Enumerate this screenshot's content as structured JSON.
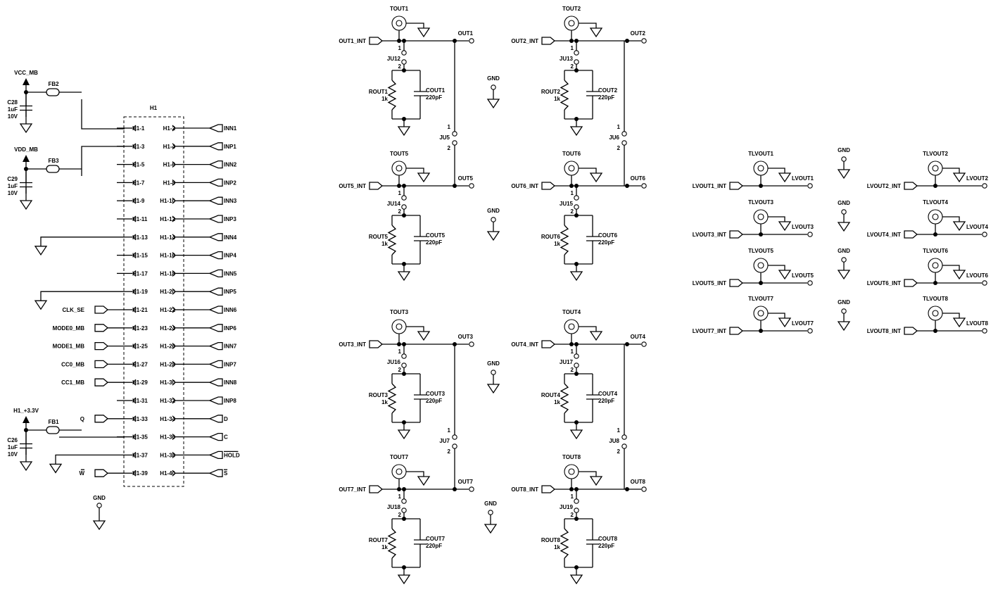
{
  "header": {
    "designator": "H1",
    "rows": [
      {
        "lpin": "H1-1",
        "rpin": "H1-2",
        "left": {
          "label": "",
          "kind": "wire"
        },
        "right": "INN1"
      },
      {
        "lpin": "H1-3",
        "rpin": "H1-4",
        "left": {
          "label": "",
          "kind": "wire"
        },
        "right": "INP1"
      },
      {
        "lpin": "H1-5",
        "rpin": "H1-6",
        "left": {
          "label": "",
          "kind": "nc"
        },
        "right": "INN2"
      },
      {
        "lpin": "H1-7",
        "rpin": "H1-8",
        "left": {
          "label": "",
          "kind": "nc"
        },
        "right": "INP2"
      },
      {
        "lpin": "H1-9",
        "rpin": "H1-10",
        "left": {
          "label": "",
          "kind": "nc"
        },
        "right": "INN3"
      },
      {
        "lpin": "H1-11",
        "rpin": "H1-12",
        "left": {
          "label": "",
          "kind": "nc"
        },
        "right": "INP3"
      },
      {
        "lpin": "H1-13",
        "rpin": "H1-14",
        "left": {
          "label": "",
          "kind": "ground"
        },
        "right": "INN4"
      },
      {
        "lpin": "H1-15",
        "rpin": "H1-16",
        "left": {
          "label": "",
          "kind": "nc"
        },
        "right": "INP4"
      },
      {
        "lpin": "H1-17",
        "rpin": "H1-18",
        "left": {
          "label": "",
          "kind": "nc"
        },
        "right": "INN5"
      },
      {
        "lpin": "H1-19",
        "rpin": "H1-20",
        "left": {
          "label": "",
          "kind": "ground"
        },
        "right": "INP5"
      },
      {
        "lpin": "H1-21",
        "rpin": "H1-22",
        "left": {
          "label": "CLK_SE",
          "kind": "port"
        },
        "right": "INN6"
      },
      {
        "lpin": "H1-23",
        "rpin": "H1-24",
        "left": {
          "label": "MODE0_MB",
          "kind": "port"
        },
        "right": "INP6"
      },
      {
        "lpin": "H1-25",
        "rpin": "H1-26",
        "left": {
          "label": "MODE1_MB",
          "kind": "port"
        },
        "right": "INN7"
      },
      {
        "lpin": "H1-27",
        "rpin": "H1-28",
        "left": {
          "label": "CC0_MB",
          "kind": "port"
        },
        "right": "INP7"
      },
      {
        "lpin": "H1-29",
        "rpin": "H1-30",
        "left": {
          "label": "CC1_MB",
          "kind": "port"
        },
        "right": "INN8"
      },
      {
        "lpin": "H1-31",
        "rpin": "H1-32",
        "left": {
          "label": "",
          "kind": "nc"
        },
        "right": "INP8"
      },
      {
        "lpin": "H1-33",
        "rpin": "H1-34",
        "left": {
          "label": "Q",
          "kind": "port"
        },
        "right": "D"
      },
      {
        "lpin": "H1-35",
        "rpin": "H1-36",
        "left": {
          "label": "",
          "kind": "wire"
        },
        "right": "C"
      },
      {
        "lpin": "H1-37",
        "rpin": "H1-38",
        "left": {
          "label": "",
          "kind": "ground"
        },
        "right": "HOLD"
      },
      {
        "lpin": "H1-39",
        "rpin": "H1-40",
        "left": {
          "label": "W",
          "kind": "port"
        },
        "right": "S"
      }
    ],
    "overbar_labels": [
      "HOLD",
      "W",
      "S"
    ]
  },
  "supplies": [
    {
      "rail": "VCC_MB",
      "cap": "C28",
      "value": "1uF",
      "voltage": "10V",
      "bead": "FB2"
    },
    {
      "rail": "VDD_MB",
      "cap": "C29",
      "value": "1uF",
      "voltage": "10V",
      "bead": "FB3"
    },
    {
      "rail": "H1_+3.3V",
      "cap": "C26",
      "value": "1uF",
      "voltage": "10V",
      "bead": "FB1"
    }
  ],
  "gnd_label": "GND",
  "outputs": [
    {
      "coax": "TOUT1",
      "in": "OUT1_INT",
      "out": "OUT1",
      "jumper": "JU12",
      "res": "ROUT1",
      "res_value": "1k",
      "cap": "COUT1",
      "cap_value": "220pF"
    },
    {
      "coax": "TOUT2",
      "in": "OUT2_INT",
      "out": "OUT2",
      "jumper": "JU13",
      "res": "ROUT2",
      "res_value": "1k",
      "cap": "COUT2",
      "cap_value": "220pF"
    },
    {
      "coax": "TOUT5",
      "in": "OUT5_INT",
      "out": "OUT5",
      "jumper": "JU14",
      "res": "ROUT5",
      "res_value": "1k",
      "cap": "COUT5",
      "cap_value": "220pF"
    },
    {
      "coax": "TOUT6",
      "in": "OUT6_INT",
      "out": "OUT6",
      "jumper": "JU15",
      "res": "ROUT6",
      "res_value": "1k",
      "cap": "COUT6",
      "cap_value": "220pF"
    },
    {
      "coax": "TOUT3",
      "in": "OUT3_INT",
      "out": "OUT3",
      "jumper": "JU16",
      "res": "ROUT3",
      "res_value": "1k",
      "cap": "COUT3",
      "cap_value": "220pF"
    },
    {
      "coax": "TOUT4",
      "in": "OUT4_INT",
      "out": "OUT4",
      "jumper": "JU17",
      "res": "ROUT4",
      "res_value": "1k",
      "cap": "COUT4",
      "cap_value": "220pF"
    },
    {
      "coax": "TOUT7",
      "in": "OUT7_INT",
      "out": "OUT7",
      "jumper": "JU18",
      "res": "ROUT7",
      "res_value": "1k",
      "cap": "COUT7",
      "cap_value": "220pF"
    },
    {
      "coax": "TOUT8",
      "in": "OUT8_INT",
      "out": "OUT8",
      "jumper": "JU19",
      "res": "ROUT8",
      "res_value": "1k",
      "cap": "COUT8",
      "cap_value": "220pF"
    }
  ],
  "bridge_jumpers": [
    "JU5",
    "JU6",
    "JU7",
    "JU8"
  ],
  "lv_outputs": [
    {
      "coax": "TLVOUT1",
      "in": "LVOUT1_INT",
      "out": "LVOUT1"
    },
    {
      "coax": "TLVOUT2",
      "in": "LVOUT2_INT",
      "out": "LVOUT2"
    },
    {
      "coax": "TLVOUT3",
      "in": "LVOUT3_INT",
      "out": "LVOUT3"
    },
    {
      "coax": "TLVOUT4",
      "in": "LVOUT4_INT",
      "out": "LVOUT4"
    },
    {
      "coax": "TLVOUT5",
      "in": "LVOUT5_INT",
      "out": "LVOUT5"
    },
    {
      "coax": "TLVOUT6",
      "in": "LVOUT6_INT",
      "out": "LVOUT6"
    },
    {
      "coax": "TLVOUT7",
      "in": "LVOUT7_INT",
      "out": "LVOUT7"
    },
    {
      "coax": "TLVOUT8",
      "in": "LVOUT8_INT",
      "out": "LVOUT8"
    }
  ],
  "pin_numbers": {
    "one": "1",
    "two": "2"
  }
}
